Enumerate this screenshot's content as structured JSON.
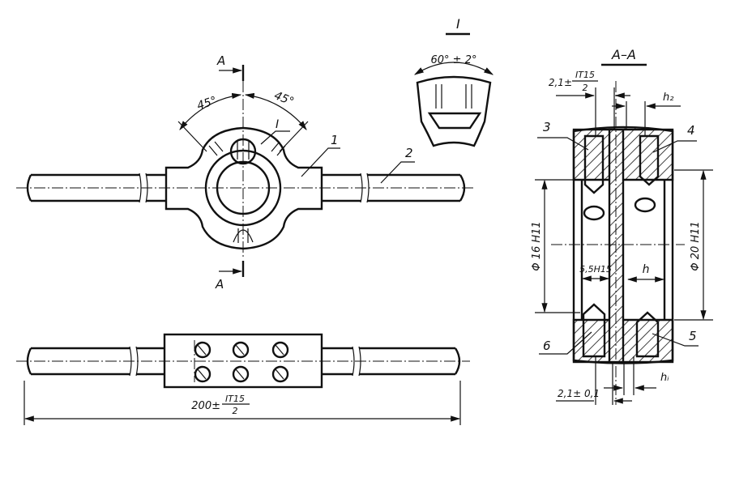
{
  "drawing": {
    "section_mark": "A",
    "angle_left": "45°",
    "angle_right": "45°",
    "detail_callout": "I",
    "part_labels": {
      "body": "1",
      "handle": "2",
      "screw_3": "3",
      "screw_4": "4",
      "screw_5": "5",
      "screw_6": "6"
    },
    "overall_length": {
      "main": "200±",
      "num": "IT15",
      "den": "2"
    },
    "detail_view": {
      "title": "I",
      "angle": "60° ± 2°"
    },
    "section_view": {
      "title": "A–A",
      "top_dim": {
        "main": "2,1±",
        "num": "IT15",
        "den": "2"
      },
      "h2": "h₂",
      "dia_left": "Φ 16 H11",
      "dia_right": "Φ 20 H11",
      "width_left": "5,5H15",
      "width_right": "h",
      "bottom_dim": "2,1± 0,1",
      "h1": "hᵢ"
    }
  }
}
